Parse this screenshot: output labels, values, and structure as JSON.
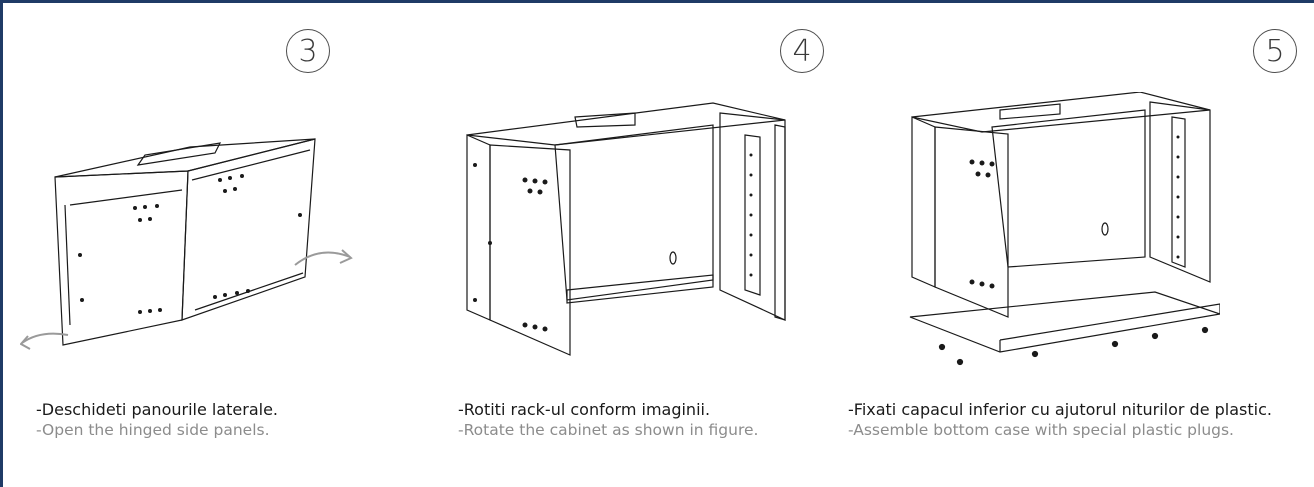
{
  "steps": [
    {
      "number": "3",
      "ro": "-Deschideti panourile laterale.",
      "en": "-Open the hinged side panels."
    },
    {
      "number": "4",
      "ro": "-Rotiti rack-ul conform imaginii.",
      "en": "-Rotate the cabinet as shown in figure."
    },
    {
      "number": "5",
      "ro": "-Fixati capacul inferior cu ajutorul niturilor de plastic.",
      "en": "-Assemble bottom case with special plastic plugs."
    }
  ],
  "colors": {
    "border": "#1f3b66",
    "line": "#1a1a1a",
    "caption_secondary": "#8c8c8c"
  },
  "icons": [
    "swing-arrow-icon",
    "plastic-plug-icon"
  ]
}
